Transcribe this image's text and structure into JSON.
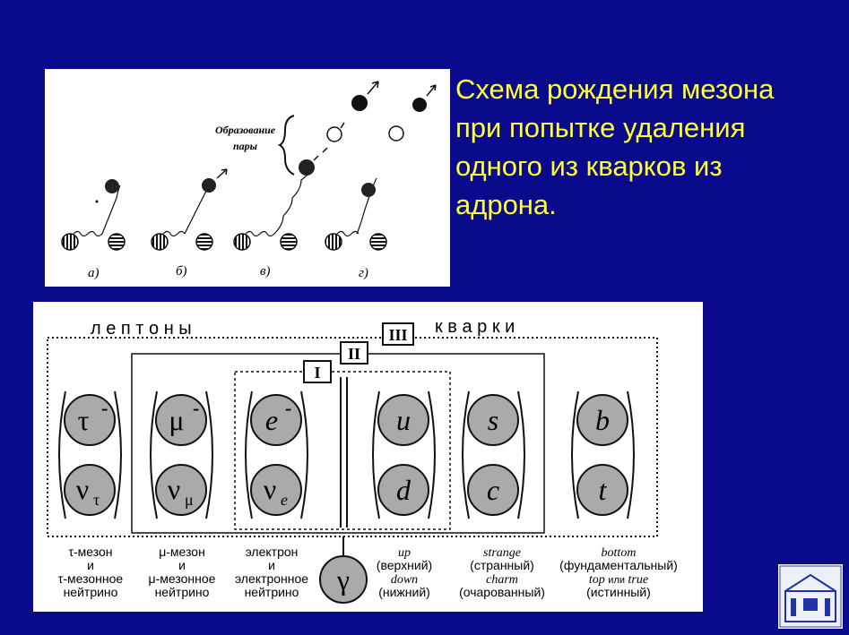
{
  "slide": {
    "title_lines": [
      "Схема рождения мезона",
      "при попытке удаления",
      "одного из кварков из",
      "адрона."
    ]
  },
  "pair_figure": {
    "label_lines": [
      "Образование",
      "пары"
    ],
    "panels": [
      "а)",
      "б)",
      "в)",
      "г)"
    ]
  },
  "scheme": {
    "leptons_label": "л е п т о н ы",
    "quarks_label": "к в а р к и",
    "groups": [
      "I",
      "II",
      "III"
    ],
    "particles": {
      "tau": {
        "symbol": "τ",
        "sup": "-"
      },
      "mu": {
        "symbol": "μ",
        "sup": "-"
      },
      "e": {
        "symbol": "e",
        "sup": "-"
      },
      "u": {
        "symbol": "u"
      },
      "s": {
        "symbol": "s"
      },
      "b": {
        "symbol": "b"
      },
      "nu_tau": {
        "symbol": "ν",
        "sub": "τ"
      },
      "nu_mu": {
        "symbol": "ν",
        "sub": "μ"
      },
      "nu_e": {
        "symbol": "ν",
        "sub": "e"
      },
      "d": {
        "symbol": "d"
      },
      "c": {
        "symbol": "c"
      },
      "t": {
        "symbol": "t"
      },
      "gamma": {
        "symbol": "γ"
      }
    },
    "captions": {
      "tau": [
        "τ-мезон",
        "и",
        "τ-мезонное",
        "нейтрино"
      ],
      "mu": [
        "μ-мезон",
        "и",
        "μ-мезонное",
        "нейтрино"
      ],
      "e": [
        "электрон",
        "и",
        "электронное",
        "нейтрино"
      ],
      "ud": [
        "up",
        "(верхний)",
        "down",
        "(нижний)"
      ],
      "sc": [
        "strange",
        "(странный)",
        "charm",
        "(очарованный)"
      ],
      "bt_bottom": "bottom",
      "bt_fund": "(фундаментальный)",
      "bt_top": "top",
      "bt_or": "или",
      "bt_true": "true",
      "bt_ist": "(истинный)"
    }
  },
  "colors": {
    "background": "#0a0a8c",
    "title": "#ffff33",
    "particle_fill": "#aaaaaa"
  },
  "logo": {
    "icon": "university-logo-icon"
  }
}
